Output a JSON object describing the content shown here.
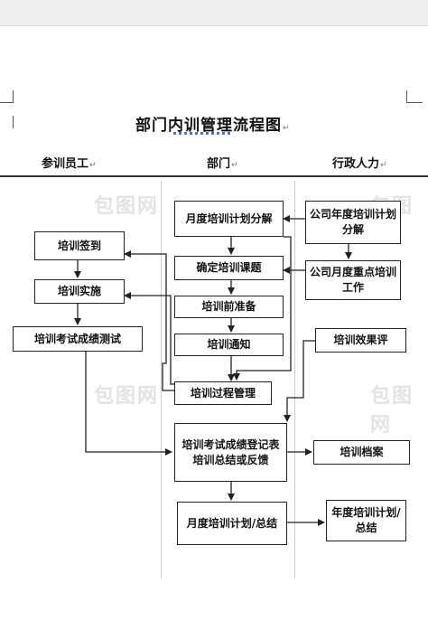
{
  "title": "部门内训管理流程图",
  "columns": [
    "参训员工",
    "部门",
    "行政人力"
  ],
  "boxes": {
    "monthly_plan_breakdown": "月度培训计划分解",
    "company_annual_breakdown": "公司年度培训计划分解",
    "training_signin": "培训签到",
    "confirm_topic": "确定培训课题",
    "company_monthly_key": "公司月度重点培训工作",
    "training_implementation": "培训实施",
    "pre_training_prep": "培训前准备",
    "training_exam_test": "培训考试成绩测试",
    "training_notice": "培训通知",
    "training_evaluation": "培训效果评",
    "process_management": "培训过程管理",
    "exam_record_summary": "培训考试成绩登记表 培训总结或反馈",
    "training_archive": "培训档案",
    "monthly_plan_summary": "月度培训计划/总结",
    "annual_plan_summary": "年度培训计划/总结"
  },
  "watermark": "包图网"
}
